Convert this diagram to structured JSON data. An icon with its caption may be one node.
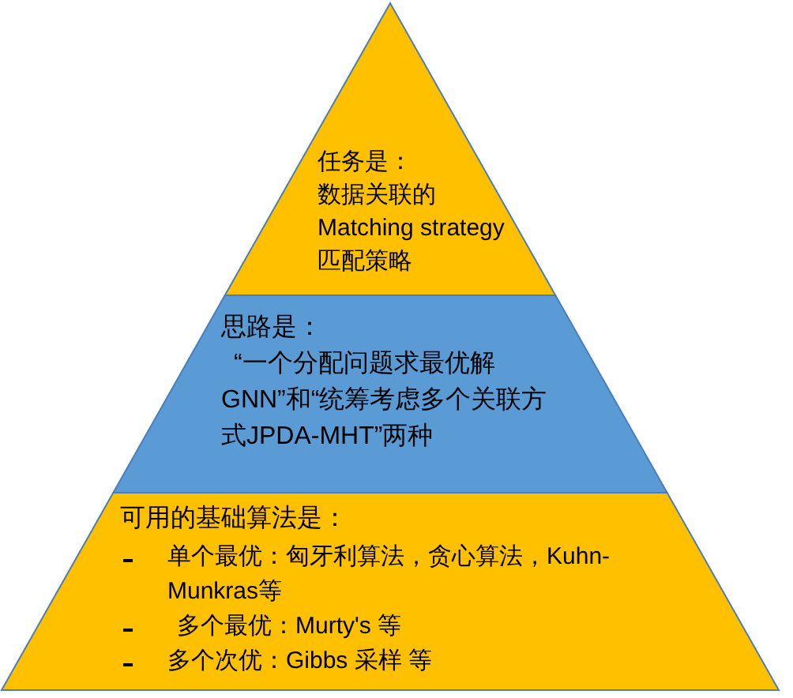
{
  "diagram": {
    "nodes": [
      {
        "text": [
          "任务是：",
          "数据关联的 Matching strategy 匹配策略"
        ]
      },
      {
        "text": [
          "思路是：",
          "“一个分配问题求最优解GNN”和“统筹考虑多个关联方式JPDA-MHT”两种"
        ]
      },
      {
        "text": [
          "可用的基础算法是：",
          "单个最优：匈牙利算法，贪心算法，Kuhn-Munkras等",
          "多个最优：Murty's 等",
          "多个次优：Gibbs 采样 等"
        ]
      }
    ]
  }
}
